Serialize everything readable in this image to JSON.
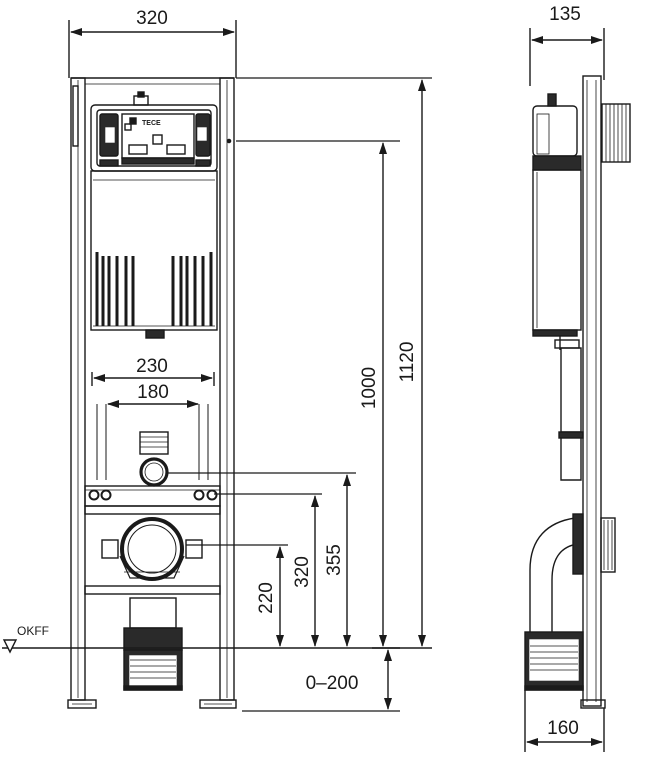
{
  "front_view": {
    "width_label": "320",
    "inner_outer_label": "230",
    "inner_label": "180",
    "height_total_label": "1120",
    "height_1000_label": "1000",
    "height_355_label": "355",
    "height_320_label": "320",
    "height_220_label": "220",
    "adjust_label": "0–200",
    "floor_label": "OKFF",
    "logo_text": "TECE"
  },
  "side_view": {
    "depth_top_label": "135",
    "depth_bottom_label": "160"
  },
  "colors": {
    "line": "#1a1a1a",
    "fill_dark": "#2a2a2a",
    "fill_light": "#ffffff"
  },
  "icons": [
    "arrow-head-icon",
    "floor-triangle-icon"
  ]
}
